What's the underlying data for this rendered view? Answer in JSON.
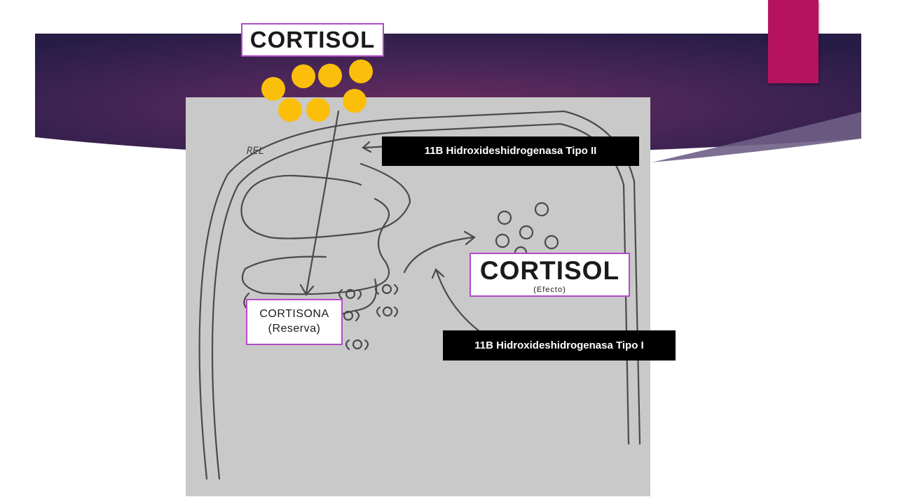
{
  "labels": {
    "cortisol_top": "CORTISOL",
    "cortisol_effect": "CORTISOL",
    "cortisol_effect_sub": "(Efecto)",
    "cortisona": "CORTISONA",
    "cortisona_sub": "(Reserva)",
    "enzyme_type2": "11B Hidroxideshidrogenasa Tipo II",
    "enzyme_type1": "11B Hidroxideshidrogenasa Tipo I",
    "sketch_label": "REL"
  },
  "colors": {
    "molecule_dot": "#fbbf0b",
    "label_border": "#b24bc8",
    "accent_tab": "#b5135f",
    "banner_dark": "#2a1f4a",
    "banner_mid": "#5a2a5e"
  }
}
